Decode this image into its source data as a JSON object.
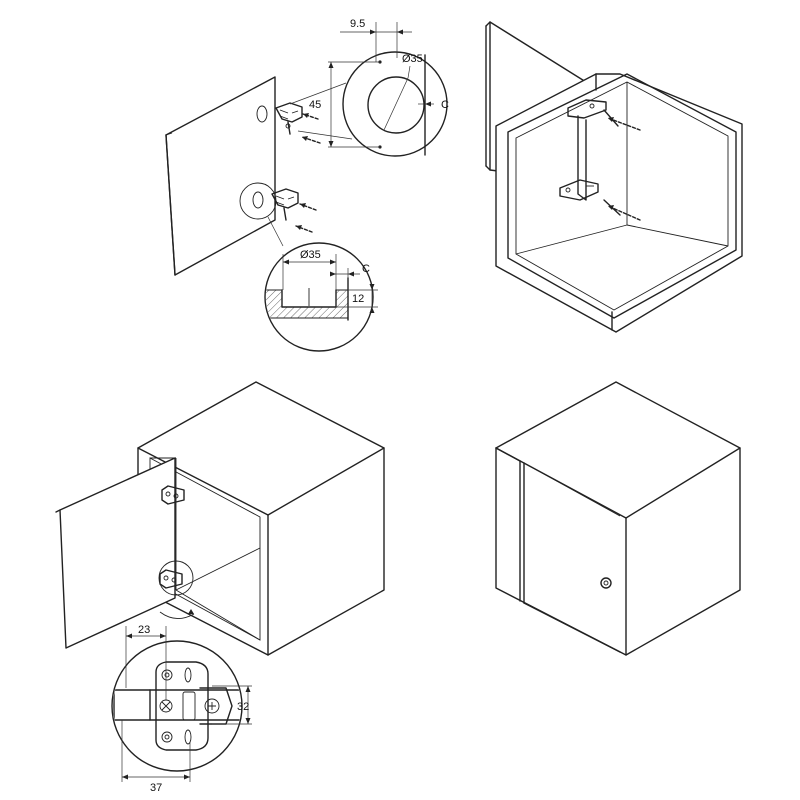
{
  "dims": {
    "offset_top": "9.5",
    "hole_diameter_top": "Ø35",
    "spacing_vertical": "45",
    "clearance_top": "C",
    "hole_diameter_section": "Ø35",
    "clearance_section": "C",
    "depth_section": "12",
    "plate_width": "23",
    "plate_height": "32",
    "plate_total": "37"
  }
}
